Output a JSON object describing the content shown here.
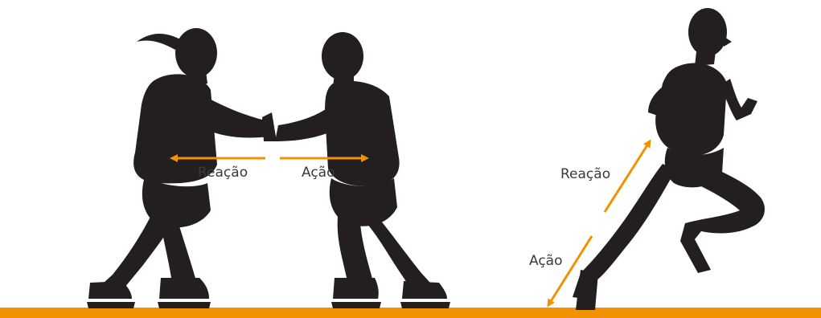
{
  "labels": {
    "skaters_reaction": "Reação",
    "skaters_action": "Ação",
    "runner_reaction": "Reação",
    "runner_action": "Ação"
  },
  "colors": {
    "silhouette": "#231f20",
    "arrow": "#f39200",
    "ground": "#f39200",
    "label": "#3a3a3a"
  }
}
